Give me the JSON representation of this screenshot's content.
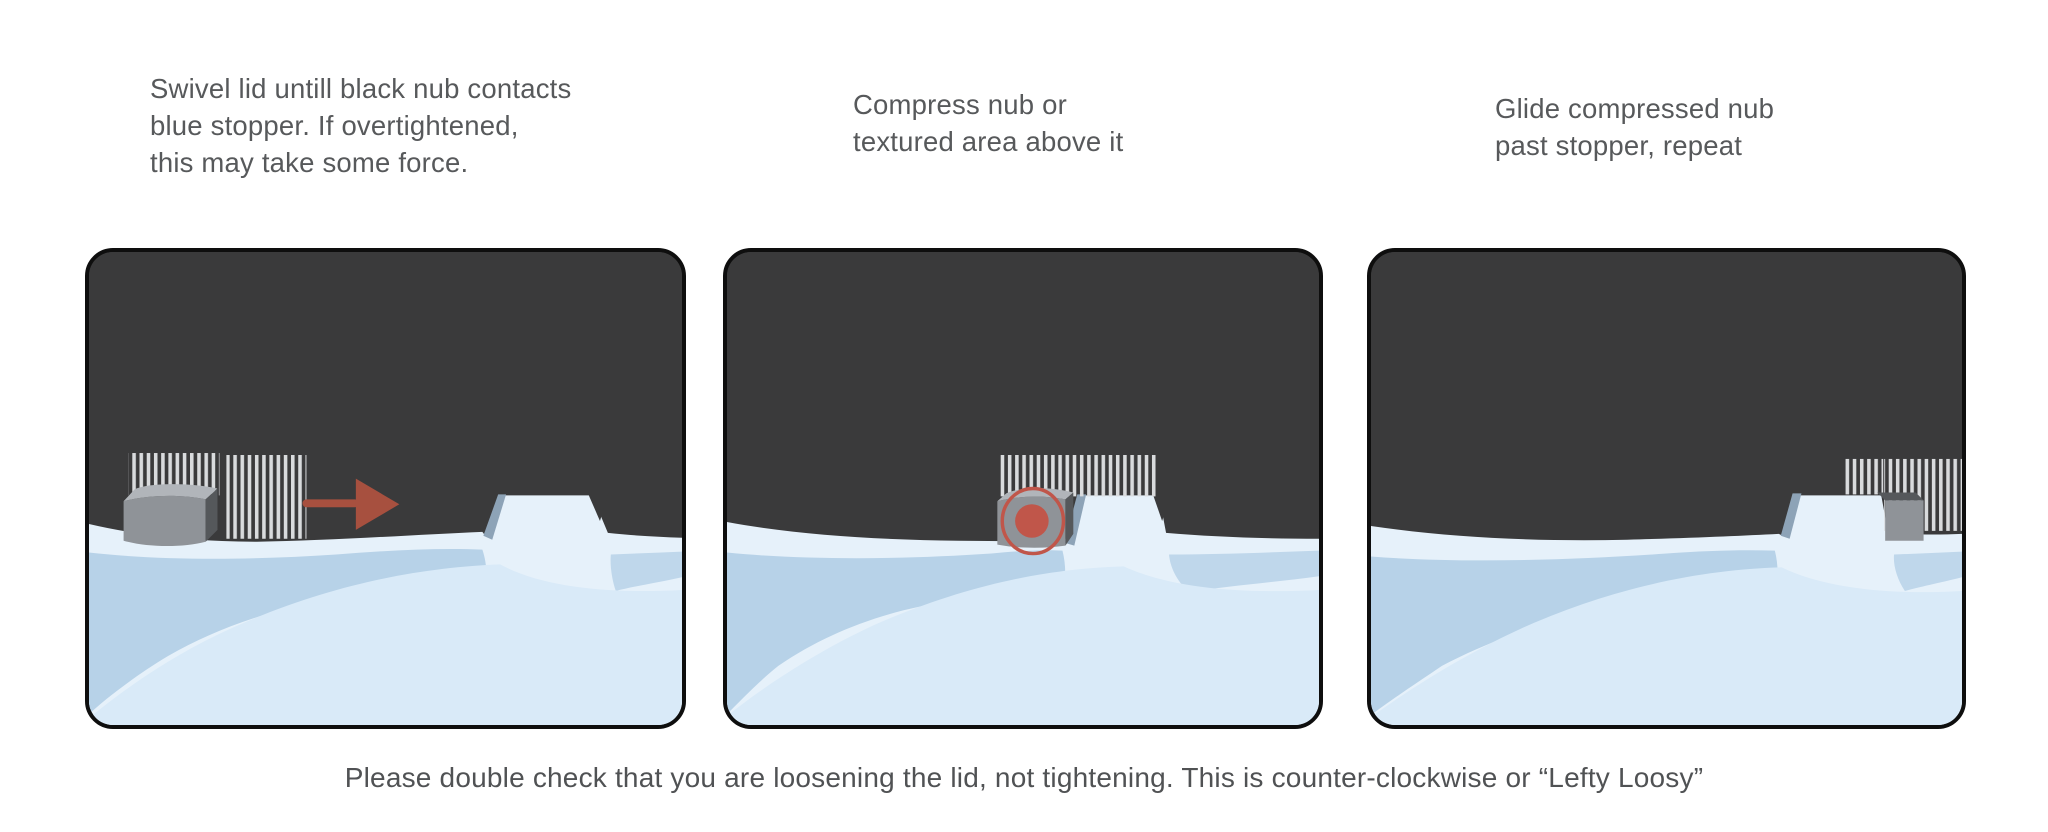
{
  "page": {
    "background": "#ffffff",
    "footer_note": "Please double check that you are loosening the lid, not tightening. This is counter-clockwise or “Lefty Loosy”"
  },
  "steps": [
    {
      "index": 1,
      "caption": "Swivel lid untill black nub contacts\nblue stopper. If overtightened,\nthis may take some force.",
      "illustration_elements": [
        "lid",
        "jar",
        "black-nub",
        "textured-grip",
        "blue-stopper",
        "direction-arrow"
      ],
      "arrow_direction": "right"
    },
    {
      "index": 2,
      "caption": "Compress nub or\ntextured area above it",
      "illustration_elements": [
        "lid",
        "jar",
        "black-nub",
        "textured-grip",
        "blue-stopper",
        "press-indicator"
      ]
    },
    {
      "index": 3,
      "caption": "Glide compressed nub\npast stopper, repeat",
      "illustration_elements": [
        "lid",
        "jar",
        "blue-stopper",
        "black-nub",
        "textured-grip"
      ]
    }
  ],
  "colors": {
    "lid_dark": "#3a3a3b",
    "jar_highlight": "#e6f1fa",
    "jar_light": "#d9eaf8",
    "jar_shadow": "#b7d2e8",
    "jar_step_shadow": "#bfd7eb",
    "stopper_side": "#8da3b7",
    "nub_front": "#8f9398",
    "nub_top": "#b1b5ba",
    "nub_side": "#55585b",
    "stripe_gray": "#d9dbdd",
    "arrow_red": "#a7503f",
    "indicator_red": "#c0564a",
    "panel_border": "#0e0e0e",
    "caption_text": "#57595b"
  }
}
